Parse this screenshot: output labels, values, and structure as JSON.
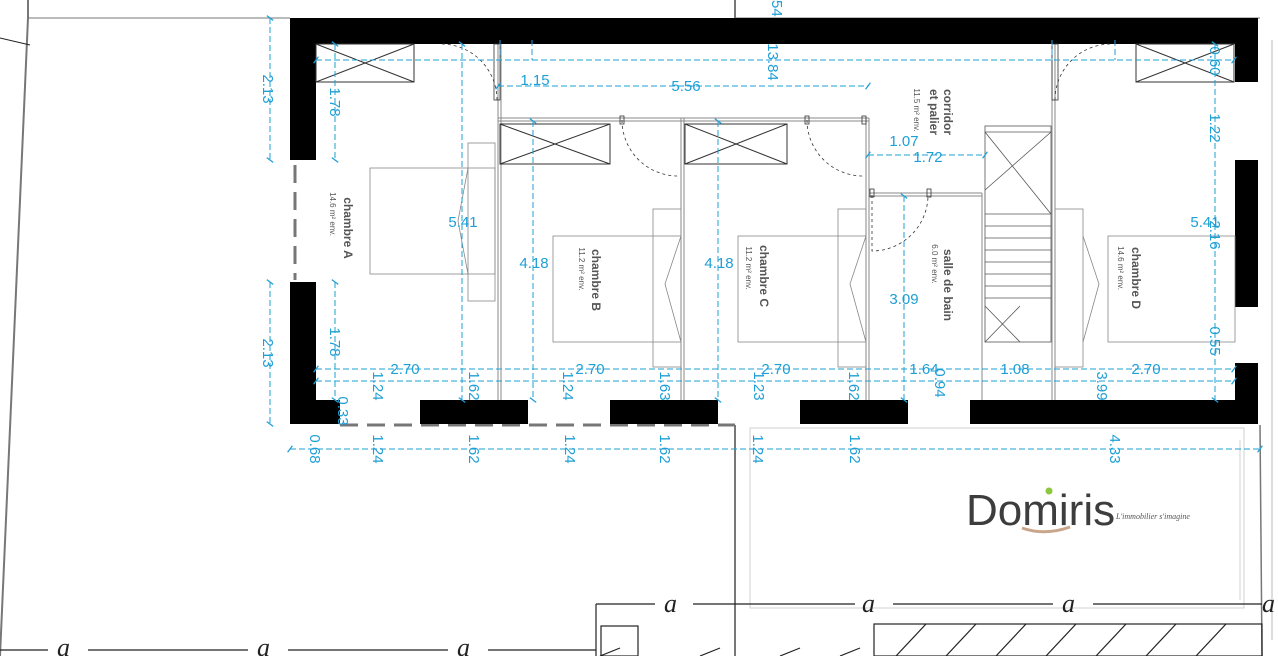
{
  "rooms": {
    "a": {
      "name": "chambre A",
      "area": "14.6 m² env."
    },
    "b": {
      "name": "chambre B",
      "area": "11.2 m² env."
    },
    "c": {
      "name": "chambre C",
      "area": "11.2 m² env."
    },
    "corridor": {
      "name_line1": "corridor",
      "name_line2": "et palier",
      "area": "11.5 m² env."
    },
    "bath": {
      "name": "salle de bain",
      "area": "6.0 m² env."
    },
    "d": {
      "name": "chambre D",
      "area": "14.6 m² env."
    }
  },
  "dimensions": {
    "top_partial": "54",
    "overall": "13.84",
    "top_right": "0.60",
    "corridor_len": "5.56",
    "left_offset": "1.15",
    "stair_w": "1.72",
    "corr_depth": "1.07",
    "wall_upper": "2.13",
    "wall_lower": "2.13",
    "left_in_upper": "1.78",
    "left_in_lower": "1.78",
    "left_small": "0.33",
    "depth_a": "5.41",
    "depth_b": "4.18",
    "depth_c": "4.18",
    "bath_depth": "3.09",
    "depth_d": "5.41",
    "right_upper": "1.22",
    "right_mid": "2.16",
    "right_low": "0.55",
    "width_a": "2.70",
    "width_b": "2.70",
    "width_c": "2.70",
    "bath_w": "1.64",
    "stair_run": "1.08",
    "width_d": "2.70",
    "row2": [
      "1.24",
      "1.62",
      "1.24",
      "1.63",
      "1.23",
      "1.62",
      "0.94",
      "3.99"
    ],
    "bottom": [
      "0.68",
      "1.24",
      "1.62",
      "1.24",
      "1.62",
      "1.24",
      "1.62",
      "4.33"
    ]
  },
  "brand": {
    "name": "Domiris",
    "tagline": "L'immobilier s'imagine",
    "accent_color": "#8dc63f"
  },
  "section_marks": [
    "a",
    "a",
    "a",
    "a",
    "a",
    "a",
    "a"
  ],
  "colors": {
    "dimension": "#1e9fd6",
    "wall": "#000000"
  }
}
